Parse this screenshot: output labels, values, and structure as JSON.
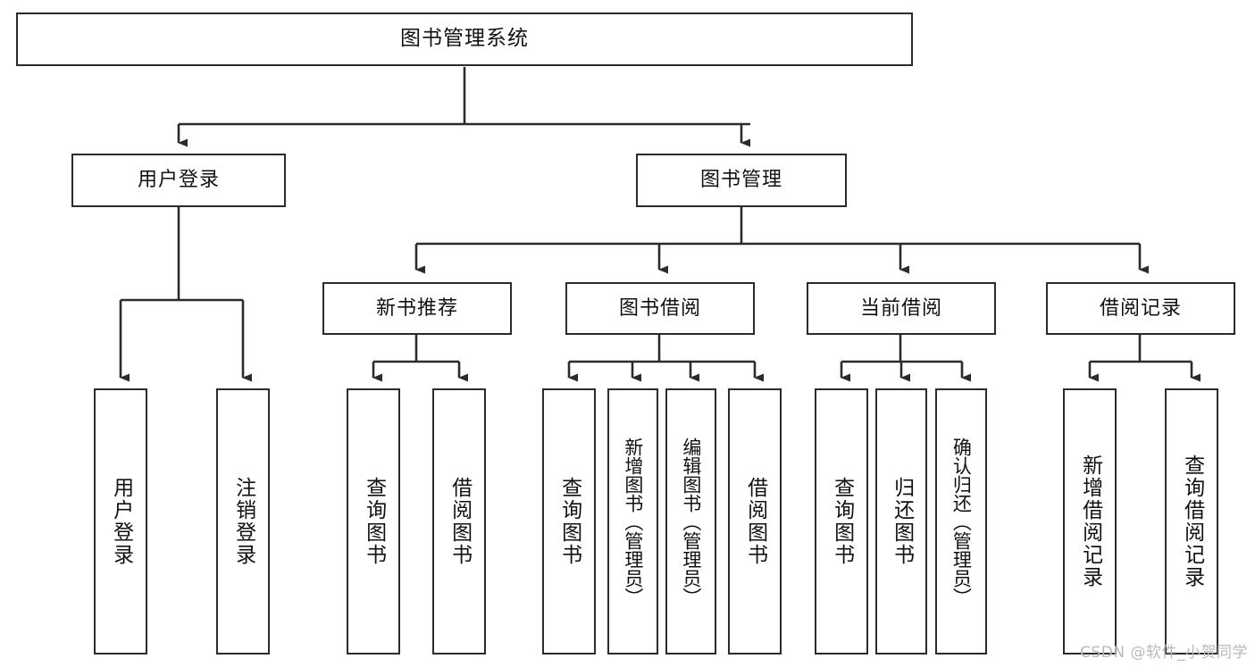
{
  "diagram": {
    "type": "tree",
    "title": "图书管理系统",
    "watermark": "CSDN @软件_小贺同学",
    "colors": {
      "box_border": "#2b2b2b",
      "box_fill": "#ffffff",
      "connector": "#2b2b2b",
      "text": "#111111",
      "watermark": "#b9b9b9"
    },
    "nodes": {
      "root": {
        "label": "图书管理系统"
      },
      "level2": [
        {
          "label": "用户登录"
        },
        {
          "label": "图书管理"
        }
      ],
      "level3": [
        {
          "label": "新书推荐"
        },
        {
          "label": "图书借阅"
        },
        {
          "label": "当前借阅"
        },
        {
          "label": "借阅记录"
        }
      ],
      "leaves": {
        "user_login": [
          {
            "label": "用户登录"
          },
          {
            "label": "注销登录"
          }
        ],
        "new_book_recommend": [
          {
            "label": "查询图书"
          },
          {
            "label": "借阅图书"
          }
        ],
        "book_borrow": [
          {
            "label": "查询图书"
          },
          {
            "label": "新增图书（管理员）"
          },
          {
            "label": "编辑图书（管理员）"
          },
          {
            "label": "借阅图书"
          }
        ],
        "current_borrow": [
          {
            "label": "查询图书"
          },
          {
            "label": "归还图书"
          },
          {
            "label": "确认归还（管理员）"
          }
        ],
        "borrow_record": [
          {
            "label": "新增借阅记录"
          },
          {
            "label": "查询借阅记录"
          }
        ]
      }
    }
  }
}
